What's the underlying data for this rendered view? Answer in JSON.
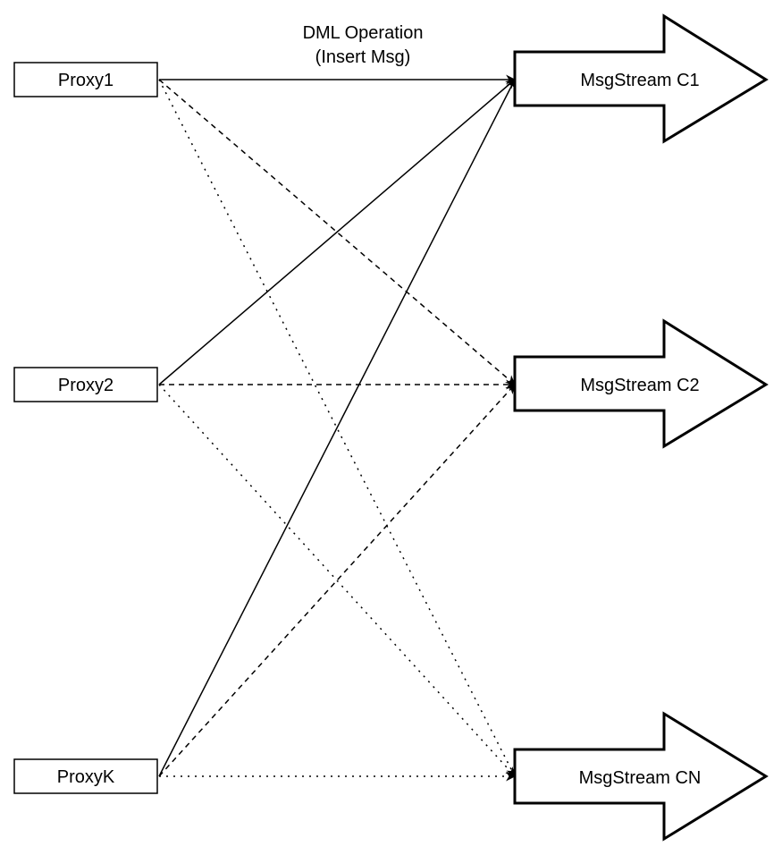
{
  "diagram": {
    "edge_label": {
      "line1": "DML Operation",
      "line2": "(Insert Msg)"
    },
    "proxies": [
      {
        "id": "p1",
        "label": "Proxy1"
      },
      {
        "id": "p2",
        "label": "Proxy2"
      },
      {
        "id": "pk",
        "label": "ProxyK"
      }
    ],
    "streams": [
      {
        "id": "c1",
        "label": "MsgStream C1"
      },
      {
        "id": "c2",
        "label": "MsgStream C2"
      },
      {
        "id": "cn",
        "label": "MsgStream CN"
      }
    ],
    "edges": [
      {
        "from": "p1",
        "to": "c1",
        "style": "solid"
      },
      {
        "from": "p2",
        "to": "c1",
        "style": "solid"
      },
      {
        "from": "pk",
        "to": "c1",
        "style": "solid"
      },
      {
        "from": "p1",
        "to": "c2",
        "style": "dashed"
      },
      {
        "from": "p2",
        "to": "c2",
        "style": "dashed"
      },
      {
        "from": "pk",
        "to": "c2",
        "style": "dashed"
      },
      {
        "from": "p1",
        "to": "cn",
        "style": "dotted"
      },
      {
        "from": "p2",
        "to": "cn",
        "style": "dotted"
      },
      {
        "from": "pk",
        "to": "cn",
        "style": "dotted"
      }
    ],
    "colors": {
      "stroke": "#000000",
      "fill": "#ffffff"
    }
  }
}
